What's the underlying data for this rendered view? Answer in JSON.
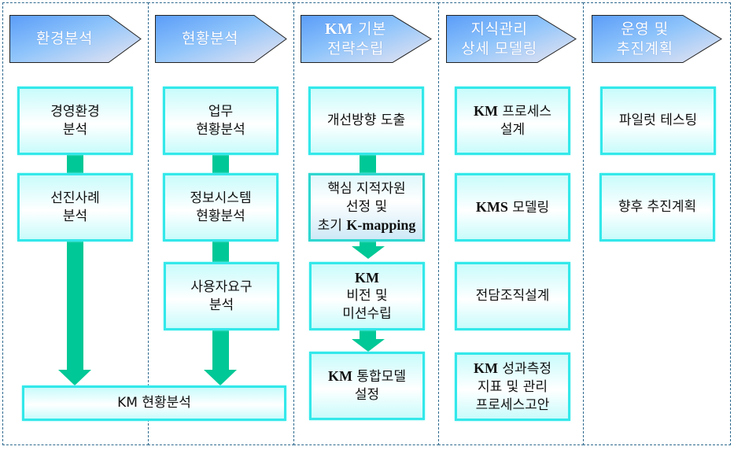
{
  "phases": [
    {
      "line1": "환경분석",
      "line2": ""
    },
    {
      "line1": "현황분석",
      "line2": ""
    },
    {
      "line1_prefix": "KM",
      "line1": " 기본",
      "line2": "전략수립"
    },
    {
      "line1": "지식관리",
      "line2": "상세 모델링"
    },
    {
      "line1": "운영 및",
      "line2": "추진계획"
    }
  ],
  "columns": {
    "environment": {
      "boxes": [
        {
          "lines": [
            "경영환경",
            "분석"
          ]
        },
        {
          "lines": [
            "선진사례",
            "분석"
          ]
        }
      ]
    },
    "current": {
      "boxes": [
        {
          "lines": [
            "업무",
            "현황분석"
          ]
        },
        {
          "lines": [
            "정보시스템",
            "현황분석"
          ]
        },
        {
          "lines": [
            "사용자요구",
            "분석"
          ]
        }
      ]
    },
    "merged": {
      "label": "KM 현황분석"
    },
    "strategy": {
      "boxes": [
        {
          "lines": [
            "개선방향 도출"
          ]
        },
        {
          "lines": [
            "핵심 지적자원",
            "선정 및"
          ],
          "line3_prefix": "초기 ",
          "line3_en": "K-mapping"
        },
        {
          "line1_en": "KM",
          "lines": [
            "비전 및",
            "미션수립"
          ]
        },
        {
          "line1_en": "KM",
          "line1_rest": " 통합모델",
          "lines": [
            "설정"
          ]
        }
      ]
    },
    "modeling": {
      "boxes": [
        {
          "line1_en": "KM",
          "line1_rest": " 프로세스",
          "lines": [
            "설계"
          ]
        },
        {
          "line1_en": "KMS",
          "line1_rest": " 모델링"
        },
        {
          "lines": [
            "전담조직설계"
          ]
        },
        {
          "line1_en": "KM",
          "line1_rest": " 성과측정",
          "lines": [
            "지표 및 관리",
            "프로세스고안"
          ]
        }
      ]
    },
    "operation": {
      "boxes": [
        {
          "lines": [
            "파일럿 테스팅"
          ]
        },
        {
          "lines": [
            "향후 추진계획"
          ]
        }
      ]
    }
  },
  "colors": {
    "phase_gradient_start": "#5a9cf8",
    "phase_gradient_mid": "#8ec4fb",
    "phase_gradient_end": "#e6e4f2",
    "box_border": "#33e8ea",
    "box_fill": "#c9fbfb",
    "arrow": "#00c896",
    "column_border": "#2f6a8f"
  }
}
